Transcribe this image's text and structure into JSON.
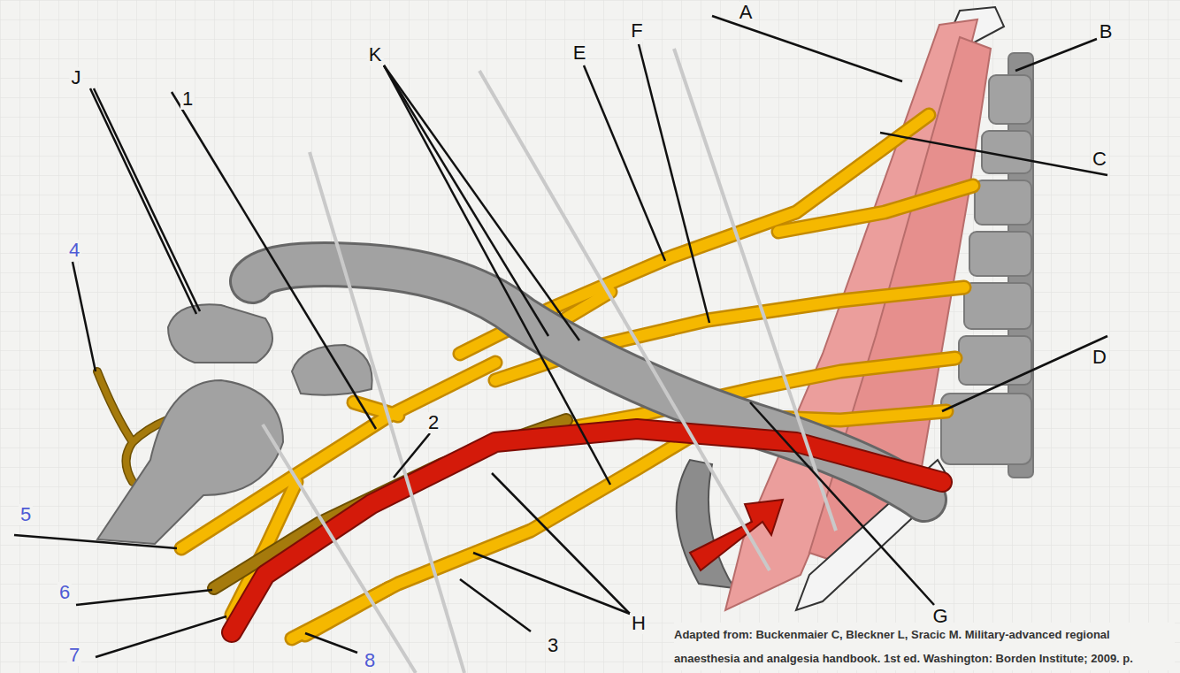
{
  "diagram": {
    "caption": "Adapted from: Buckenmaier C, Bleckner L, Sracic M. Military-advanced regional anaesthesia and analgesia handbook. 1st ed. Washington: Borden Institute; 2009. p.",
    "labels": [
      "A",
      "B",
      "J",
      "K",
      "E",
      "F",
      "1",
      "C",
      "4",
      "D",
      "2",
      "5",
      "6",
      "G",
      "H",
      "3",
      "7",
      "8"
    ]
  }
}
